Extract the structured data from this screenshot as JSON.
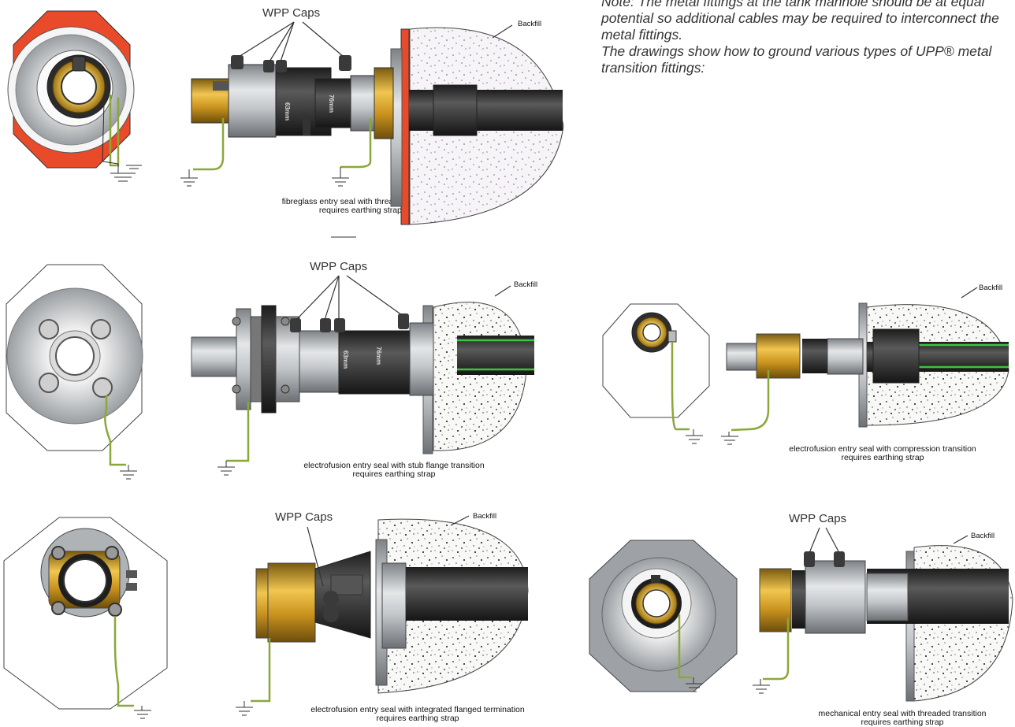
{
  "note": {
    "line1": "Note: The metal fittings at the tank manhole should be at equal potential so additional cables may be required to interconnect the metal fittings.",
    "line2": "The drawings show how to ground various types of UPP® metal transition fittings:"
  },
  "labels": {
    "wpp_caps": "WPP Caps",
    "backfill": "Backfill",
    "dim_63": "63mm",
    "dim_76": "76mm"
  },
  "captions": {
    "fig1": [
      "fibreglass entry seal with threaded transition",
      "requires earthing straps"
    ],
    "fig2": [
      "electrofusion entry seal with stub flange transition",
      "requires earthing strap"
    ],
    "fig3": [
      "electrofusion entry seal with compression transition",
      "requires earthing strap"
    ],
    "fig4": [
      "electrofusion entry seal with integrated flanged termination",
      "requires earthing strap"
    ],
    "fig5": [
      "mechanical entry seal with threaded transition",
      "requires earthing strap"
    ]
  },
  "colors": {
    "manhole_red": "#e94b2a",
    "brass": "#d9a52b",
    "pipe_dark": "#2a2a2a",
    "pipe_stripe": "#3cc43c",
    "earth_strap": "#8aa83a",
    "steel": "#b8bcc0"
  }
}
